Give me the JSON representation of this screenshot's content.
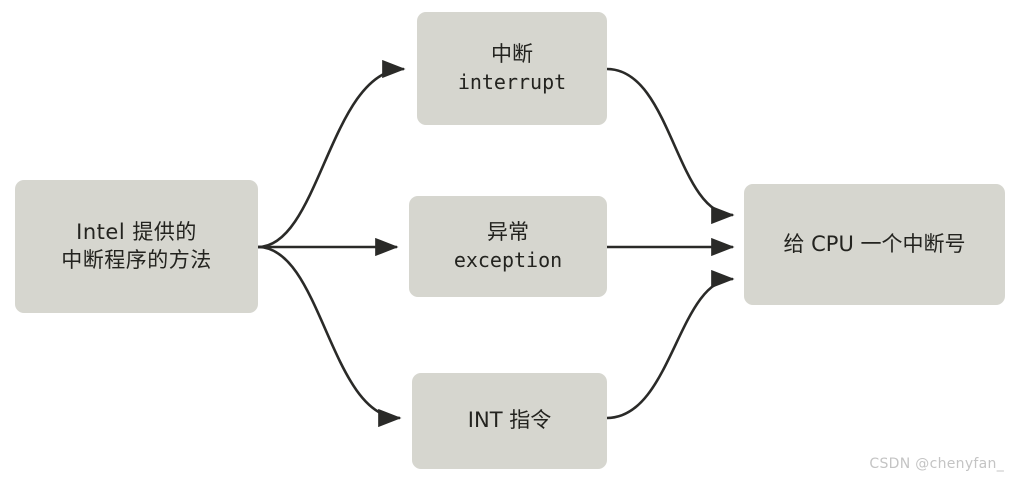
{
  "diagram": {
    "type": "flowchart",
    "direction": "left-to-right",
    "watermark": "CSDN @chenyfan_",
    "colors": {
      "node_fill": "#d6d6cf",
      "text": "#23231f",
      "arrow": "#2a2a28",
      "background": "#ffffff",
      "watermark": "#c4c4c4"
    },
    "nodes": {
      "source": {
        "line1": "Intel 提供的",
        "line2": "中断程序的方法"
      },
      "interrupt": {
        "line1": "中断",
        "line2": "interrupt"
      },
      "exception": {
        "line1": "异常",
        "line2": "exception"
      },
      "int_instruction": {
        "line1": "INT 指令"
      },
      "target": {
        "line1": "给 CPU 一个中断号"
      }
    },
    "edges": [
      {
        "from": "source",
        "to": "interrupt",
        "label": ""
      },
      {
        "from": "source",
        "to": "exception",
        "label": ""
      },
      {
        "from": "source",
        "to": "int_instruction",
        "label": ""
      },
      {
        "from": "interrupt",
        "to": "target",
        "label": ""
      },
      {
        "from": "exception",
        "to": "target",
        "label": ""
      },
      {
        "from": "int_instruction",
        "to": "target",
        "label": ""
      }
    ]
  }
}
